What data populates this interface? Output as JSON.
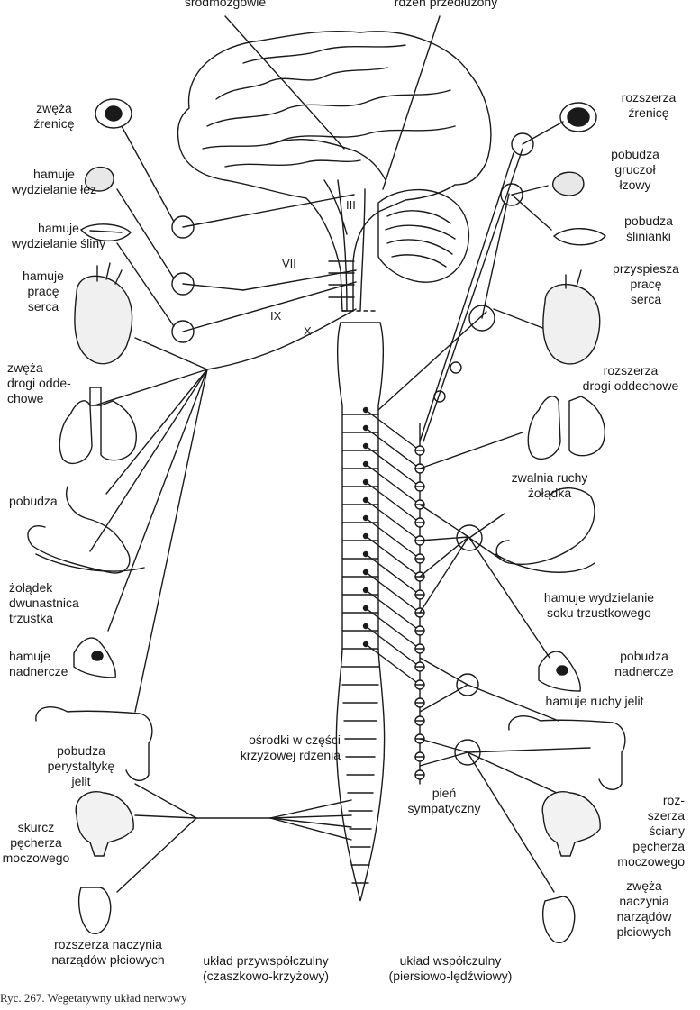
{
  "top_labels": {
    "srodmozgowie": "śródmózgowie",
    "rdzen_przedluzony": "rdzeń przedłużony"
  },
  "cranial_nerves": [
    "III",
    "VII",
    "IX",
    "X"
  ],
  "parasympathetic_effects": [
    "zwęża\nźrenicę",
    "hamuje\nwydzielanie łez",
    "hamuje\nwydzielanie śliny",
    "hamuje\npracę\nserca",
    "zwęża\ndrogi odde-\nchowe",
    "pobudza",
    "żołądek\ndwunastnica\ntrzustka",
    "hamuje\nnadnercze",
    "pobudza\nperystaltykę\njelit",
    "skurcz\npęcherza\nmoczowego",
    "rozszerza naczynia\nnarządów płciowych"
  ],
  "sympathetic_effects": [
    "rozszerza\nźrenicę",
    "pobudza\ngruczoł\nłzowy",
    "pobudza\nślinianki",
    "przyspiesza\npracę\nserca",
    "rozszerza\ndrogi oddechowe",
    "zwalnia ruchy\nżołądka",
    "hamuje wydzielanie\nsoku trzustkowego",
    "pobudza\nnadnercze",
    "hamuje ruchy jelit",
    "roz-\nszerza\nściany\npęcherza\nmoczowego",
    "zwęża\nnaczynia\nnarządów\npłciowych"
  ],
  "center_labels": {
    "osrodki": "ośrodki w części\nkrzyżowej rdzenia",
    "pien": "pień\nsympatyczny"
  },
  "bottom_labels": {
    "parasympathetic": "układ przywspółczulny\n(czaszkowo-krzyżowy)",
    "sympathetic": "układ współczulny\n(piersiowo-lędźwiowy)"
  },
  "caption": "Ryc. 267. Wegetatywny układ nerwowy",
  "colors": {
    "ink": "#1a1a1a",
    "paper": "#ffffff"
  }
}
